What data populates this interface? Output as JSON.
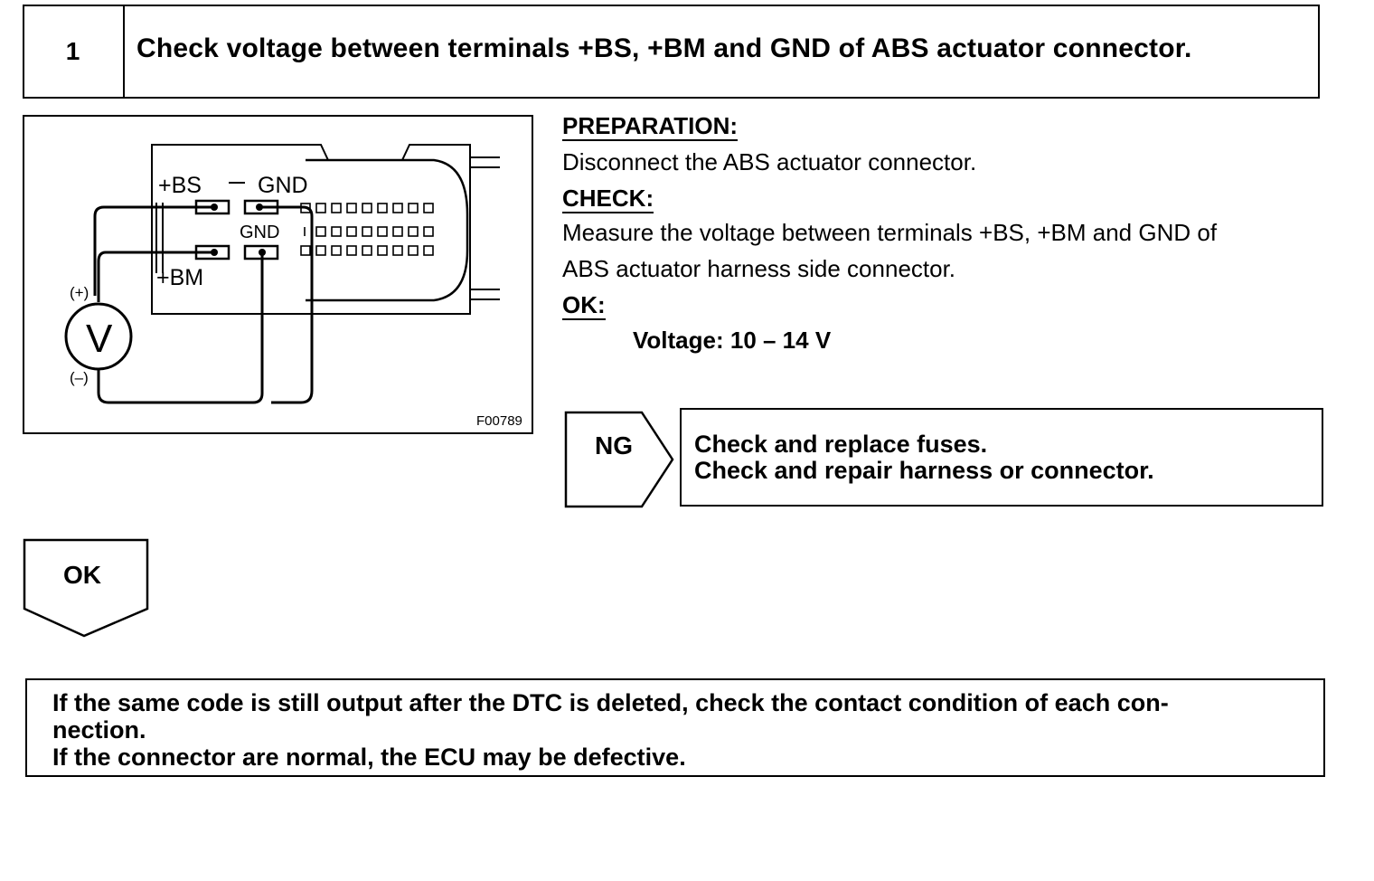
{
  "step": {
    "number": "1",
    "title": "Check voltage between terminals +BS, +BM and GND of ABS actuator connector."
  },
  "diagram": {
    "labels": {
      "bs": "+BS",
      "gnd_top": "GND",
      "gnd_inner": "GND",
      "bm": "+BM",
      "meter": "V",
      "plus": "(+)",
      "minus": "(–)",
      "figure_code": "F00789"
    }
  },
  "procedure": {
    "preparation_heading": "PREPARATION:",
    "preparation_text": "Disconnect the ABS actuator connector.",
    "check_heading": "CHECK:",
    "check_text_line1": "Measure the voltage between terminals +BS, +BM and GND of",
    "check_text_line2": "ABS actuator harness side connector.",
    "ok_heading": "OK:",
    "ok_spec": "Voltage: 10 – 14 V"
  },
  "ng_branch": {
    "label": "NG",
    "line1": "Check and replace fuses.",
    "line2": "Check and repair harness or connector."
  },
  "ok_branch": {
    "label": "OK"
  },
  "note": {
    "line1": "If the same code is still output after the DTC is deleted, check the contact condition of each con-",
    "line2": "nection.",
    "line3": "If the connector are normal, the ECU may be defective."
  }
}
